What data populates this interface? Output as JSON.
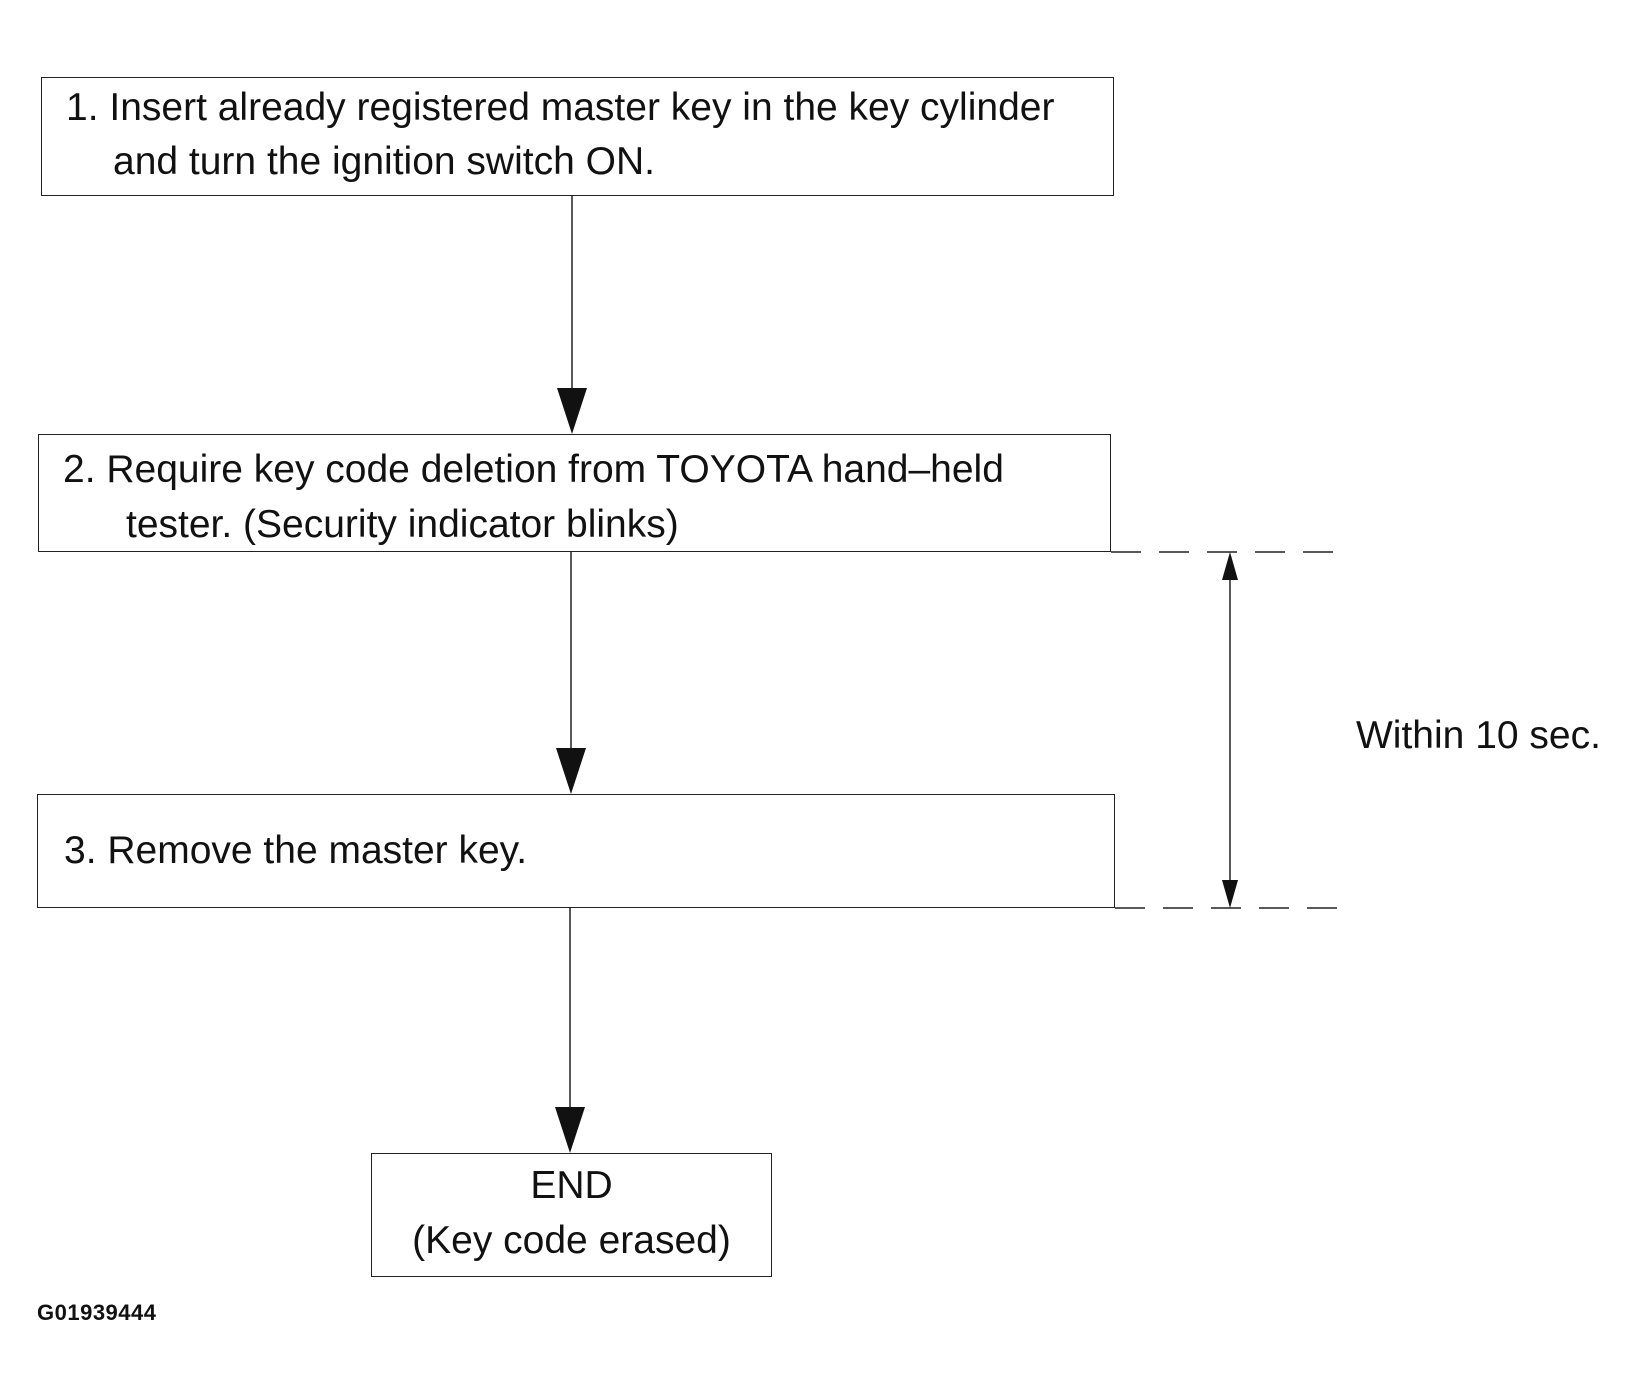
{
  "steps": [
    {
      "lines": [
        "1. Insert already registered master key in the key cylinder",
        "and turn the ignition switch ON."
      ]
    },
    {
      "lines": [
        "2. Require key code deletion from TOYOTA hand–held",
        "tester. (Security indicator blinks)"
      ]
    },
    {
      "lines": [
        "3. Remove the master key."
      ]
    }
  ],
  "end": {
    "lines": [
      "END",
      "(Key code erased)"
    ]
  },
  "timing": {
    "label": "Within 10 sec."
  },
  "figure_id": "G01939444",
  "colors": {
    "line": "#222222",
    "text": "#111111",
    "background": "#ffffff"
  }
}
